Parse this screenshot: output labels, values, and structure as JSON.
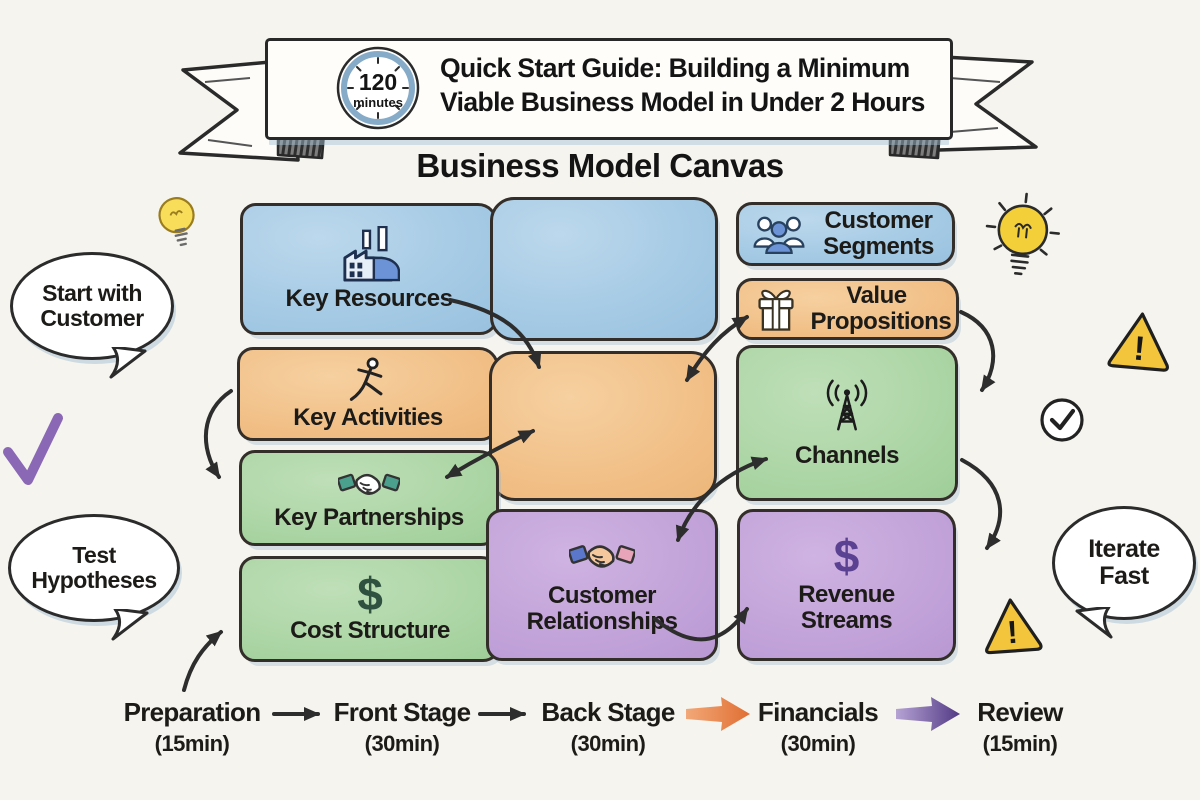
{
  "banner": {
    "clock": {
      "value": "120",
      "unit": "minutes"
    },
    "line1": "Quick Start Guide: Building a Minimum",
    "line2": "Viable Business Model in Under 2 Hours"
  },
  "page_title": "Business Model Canvas",
  "canvas": {
    "boxes": [
      {
        "id": "key-resources",
        "label": "Key Resources",
        "icon": "factory-icon",
        "color": "blue"
      },
      {
        "id": "blank-blue",
        "label": "",
        "icon": "",
        "color": "blue"
      },
      {
        "id": "customer-segments",
        "label": "Customer Segments",
        "icon": "people-icon",
        "color": "blue"
      },
      {
        "id": "value-propositions",
        "label": "Value Propositions",
        "icon": "gift-icon",
        "color": "orange"
      },
      {
        "id": "key-activities",
        "label": "Key Activities",
        "icon": "runner-icon",
        "color": "orange"
      },
      {
        "id": "blank-orange",
        "label": "",
        "icon": "",
        "color": "orange"
      },
      {
        "id": "channels",
        "label": "Channels",
        "icon": "antenna-icon",
        "color": "green"
      },
      {
        "id": "key-partnerships",
        "label": "Key Partnerships",
        "icon": "handshake-icon",
        "color": "green"
      },
      {
        "id": "cost-structure",
        "label": "Cost Structure",
        "icon": "dollar-icon",
        "color": "green"
      },
      {
        "id": "customer-relationships",
        "label": "Customer Relationships",
        "icon": "handshake-icon",
        "color": "purple"
      },
      {
        "id": "revenue-streams",
        "label": "Revenue Streams",
        "icon": "dollar-icon",
        "color": "purple"
      }
    ]
  },
  "bubbles": [
    {
      "text": "Start with Customer"
    },
    {
      "text": "Test Hypotheses"
    },
    {
      "text": "Iterate Fast"
    }
  ],
  "timeline": [
    {
      "name": "Preparation",
      "duration": "(15min)",
      "arrow_after": "black"
    },
    {
      "name": "Front Stage",
      "duration": "(30min)",
      "arrow_after": "black"
    },
    {
      "name": "Back Stage",
      "duration": "(30min)",
      "arrow_after": "orange"
    },
    {
      "name": "Financials",
      "duration": "(30min)",
      "arrow_after": "purple"
    },
    {
      "name": "Review",
      "duration": "(15min)",
      "arrow_after": ""
    }
  ],
  "glyphs": {
    "dollar": "$",
    "exclamation": "!"
  },
  "icons": {
    "clock-icon": "120-minute timer",
    "factory-icon": "factory building",
    "people-icon": "three customers",
    "gift-icon": "gift box with bow",
    "runner-icon": "running person",
    "antenna-icon": "broadcast tower",
    "handshake-icon": "handshake",
    "dollar-icon": "dollar sign",
    "lightbulb-icon": "idea lightbulb",
    "warning-icon": "warning triangle",
    "checkmark-icon": "checkmark",
    "circled-checkmark-icon": "checkmark in circle"
  },
  "colors": {
    "blue_box": "#a3c9e4",
    "orange_box": "#f0bc82",
    "green_box": "#a7d3a0",
    "purple_box": "#bf9fd7",
    "background": "#f6f4ee",
    "ink": "#2b2b2b",
    "timeline_arrow_orange": "#e2793e",
    "timeline_arrow_purple": "#5d4190",
    "bulb_yellow": "#f3cf39",
    "warning_yellow": "#f2c53d",
    "check_purple": "#8a68b5"
  }
}
